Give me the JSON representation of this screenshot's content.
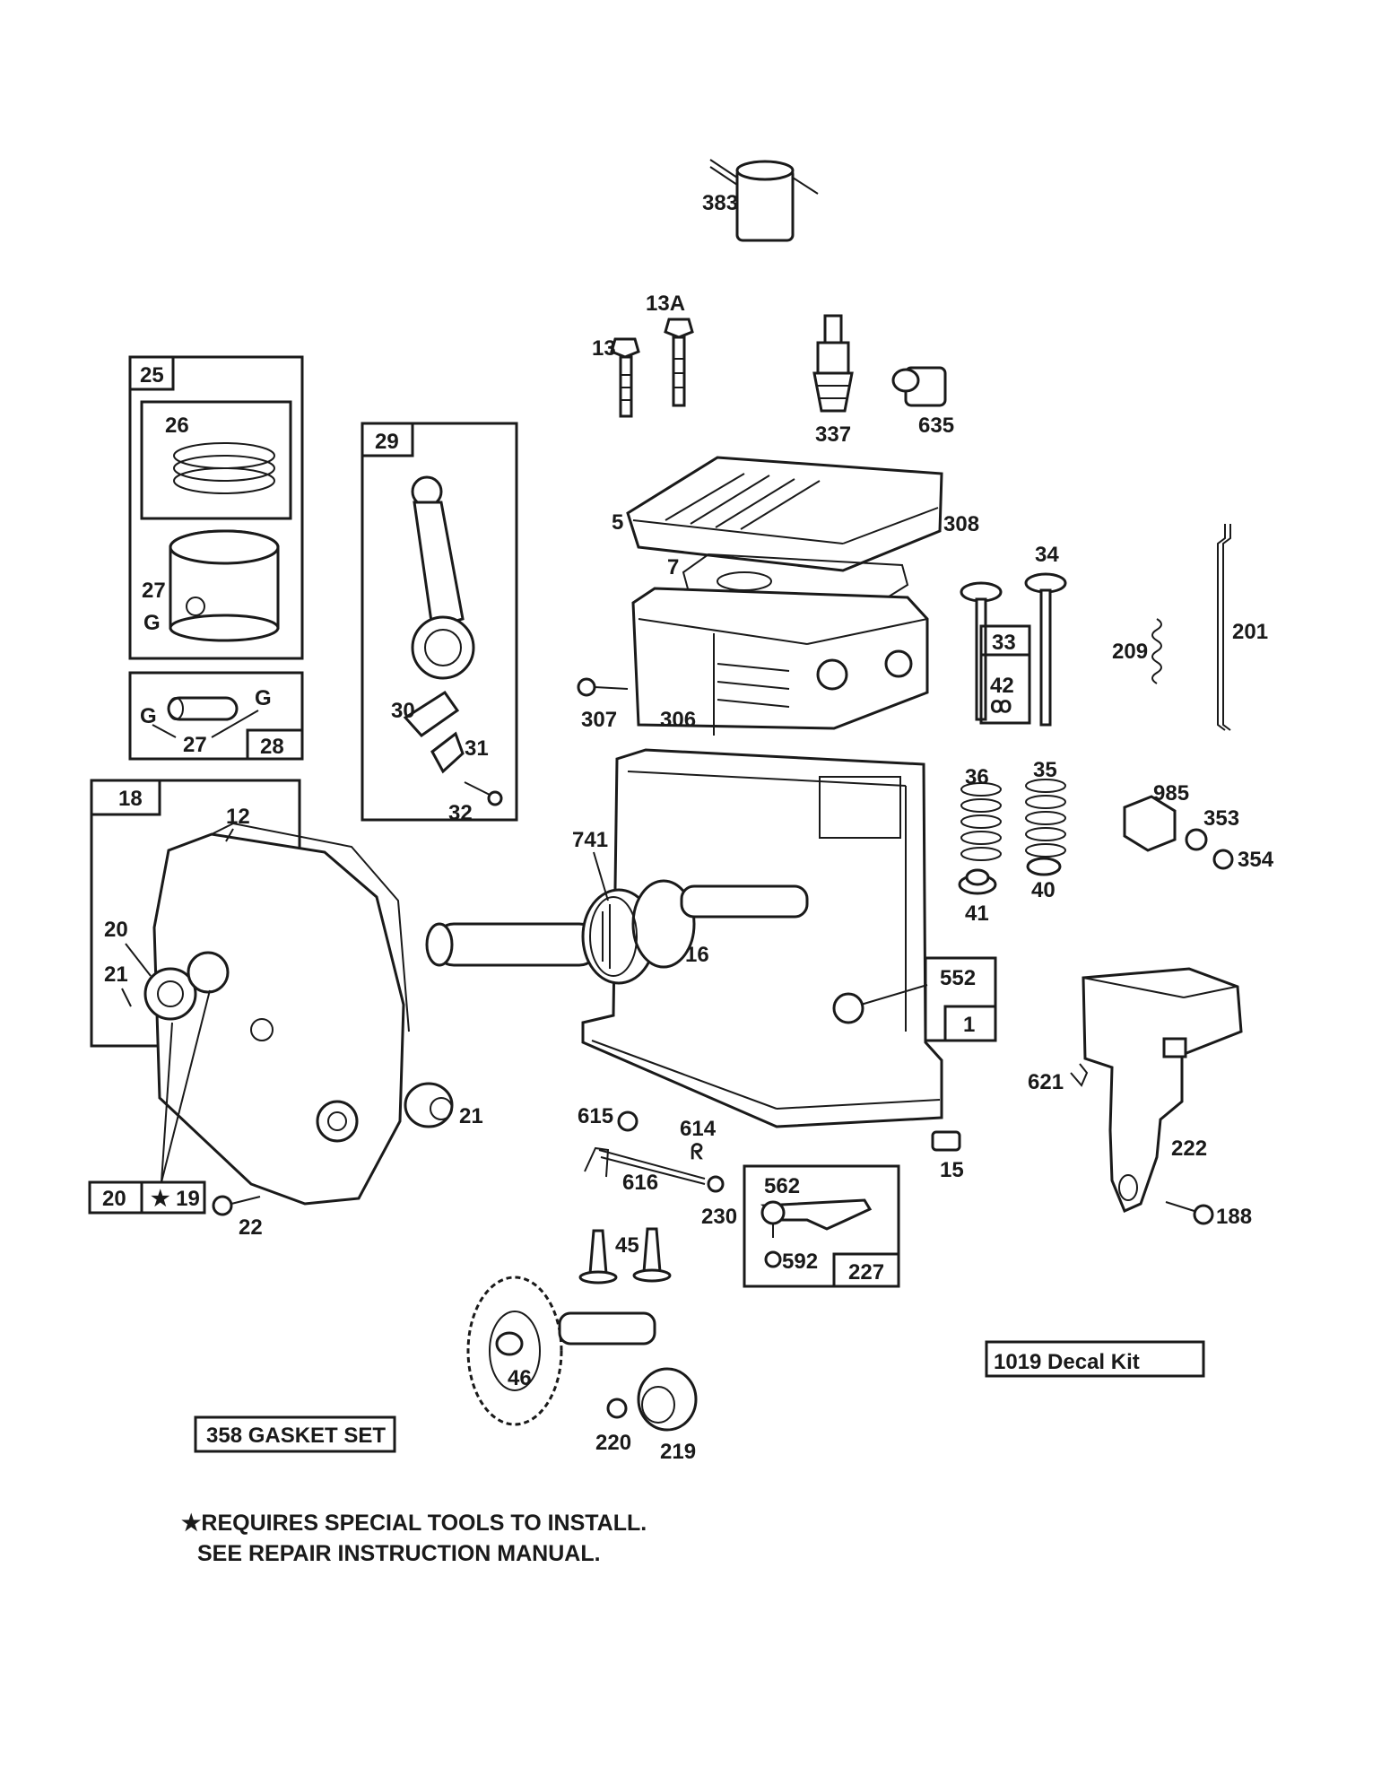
{
  "parts": {
    "p383": "383",
    "p13a": "13A",
    "p13": "13",
    "p337": "337",
    "p635": "635",
    "p25": "25",
    "p26": "26",
    "p27": "27",
    "p27b": "27",
    "p28": "28",
    "p29": "29",
    "p30": "30",
    "p31": "31",
    "p32": "32",
    "p5": "5",
    "p308": "308",
    "p7": "7",
    "p34": "34",
    "p33": "33",
    "p42": "42",
    "p209": "209",
    "p201": "201",
    "p307": "307",
    "p306": "306",
    "p18": "18",
    "p12": "12",
    "p741": "741",
    "p36": "36",
    "p35": "35",
    "p985": "985",
    "p353": "353",
    "p354": "354",
    "p41": "41",
    "p40": "40",
    "p20": "20",
    "p21": "21",
    "p16": "16",
    "p552": "552",
    "p1": "1",
    "p21b": "21",
    "p615": "615",
    "p614": "614",
    "p616": "616",
    "p230": "230",
    "p15": "15",
    "p621": "621",
    "p222": "222",
    "p20b": "20",
    "p19": "★ 19",
    "p22": "22",
    "p562": "562",
    "p592": "592",
    "p227": "227",
    "p188": "188",
    "p45": "45",
    "p46": "46",
    "p220": "220",
    "p219": "219"
  },
  "kits": {
    "decal": "1019 Decal Kit",
    "gasket": "358  GASKET SET"
  },
  "footnote": {
    "line1": "★REQUIRES SPECIAL TOOLS TO INSTALL.",
    "line2": "SEE REPAIR INSTRUCTION MANUAL."
  }
}
